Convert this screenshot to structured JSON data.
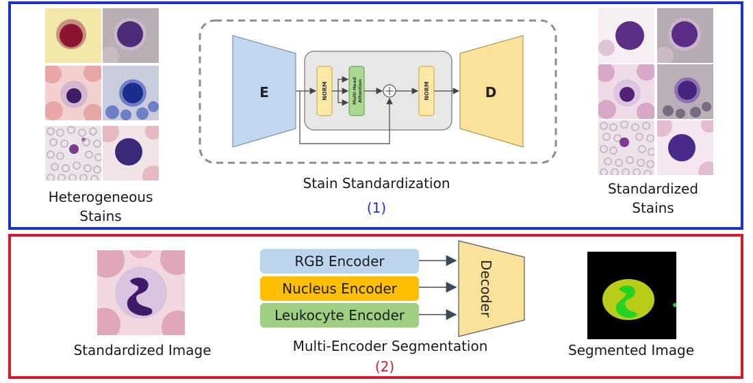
{
  "panel1": {
    "left_caption": [
      "Heterogeneous",
      "Stains"
    ],
    "center_caption": "Stain Standardization",
    "number": "(1)",
    "right_caption": [
      "Standardized",
      "Stains"
    ],
    "block": {
      "encoder": "E",
      "decoder": "D",
      "norm1": "NORM",
      "attention": [
        "Multi-Head",
        "Attention"
      ],
      "norm2": "NORM",
      "add_symbol": "+"
    }
  },
  "panel2": {
    "left_caption": "Standardized Image",
    "center_caption": "Multi-Encoder Segmentation",
    "number": "(2)",
    "right_caption": "Segmented Image",
    "encoders": [
      "RGB Encoder",
      "Nucleus Encoder",
      "Leukocyte Encoder"
    ],
    "decoder": "Decoder"
  },
  "colors": {
    "panel1_border": "#1a2fd6",
    "panel2_border": "#d61a2a",
    "encoder_fill": "#c3d6ef",
    "decoder_fill": "#fbe29a",
    "norm_fill": "#fde9a6",
    "attention_fill": "#a9d890",
    "rgb_encoder": "#bcd4ee",
    "nucleus_encoder": "#ffbf00",
    "leukocyte_encoder": "#9ecf82"
  }
}
